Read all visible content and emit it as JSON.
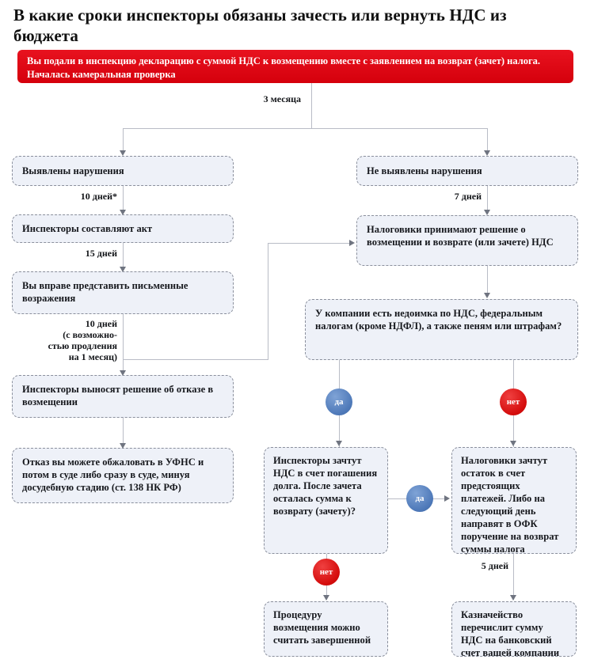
{
  "page": {
    "title": "В какие сроки инспекторы обязаны зачесть или вернуть НДС из бюджета"
  },
  "banner": {
    "text": "Вы подали в инспекцию декларацию с суммой НДС к возмещению вместе с заявлением на возврат (зачет) налога. Началась камеральная проверка"
  },
  "durations": {
    "three_months": "3 месяца",
    "ten_days_star": "10 дней*",
    "seven_days": "7 дней",
    "fifteen_days": "15 дней",
    "ten_days_ext": "10 дней\n(с возможно-\nстью продления\nна 1 месяц)",
    "five_days": "5 дней"
  },
  "badges": {
    "yes_left": "да",
    "no_right": "нет",
    "yes_middle": "да",
    "no_bottom": "нет"
  },
  "boxes": {
    "violations_found": "Выявлены нарушения",
    "violations_not_found": "Не выявлены нарушения",
    "inspectors_draft_act": "Инспекторы составляют акт",
    "tax_officers_decision": "Налоговики принимают решение о возмещении и возврате (или зачете) НДС",
    "written_objections": "Вы вправе представить письменные возражения",
    "company_has_arrears": "У компании есть недоимка по НДС, федеральным налогам (кроме НДФЛ), а также пеням или штрафам?",
    "refusal_decision": "Инспекторы выносят решение об отказе в возмещении",
    "appeal_refusal": "Отказ вы можете обжаловать в УФНС и потом в суде либо сразу в суде, минуя досудебную стадию (ст. 138 НК РФ)",
    "offset_against_debt": "Инспекторы зачтут НДС в счет погашения долга. После зачета осталась сумма к возврату (зачету)?",
    "offset_future_payments": "Налоговики зачтут остаток в счет предстоящих платежей. Либо на следующий день направят в ОФК поручение на возврат суммы налога",
    "procedure_complete": "Процедуру возмещения можно считать завершенной",
    "treasury_transfer": "Казначейство перечислит сумму НДС на банковский счет вашей компании"
  },
  "colors": {
    "banner_red": "#e30613",
    "box_fill": "#eef1f8",
    "box_border": "#8a8f9c",
    "badge_yes": "#5b86c4",
    "badge_no": "#e01b1b",
    "line": "#b9bcc6"
  }
}
